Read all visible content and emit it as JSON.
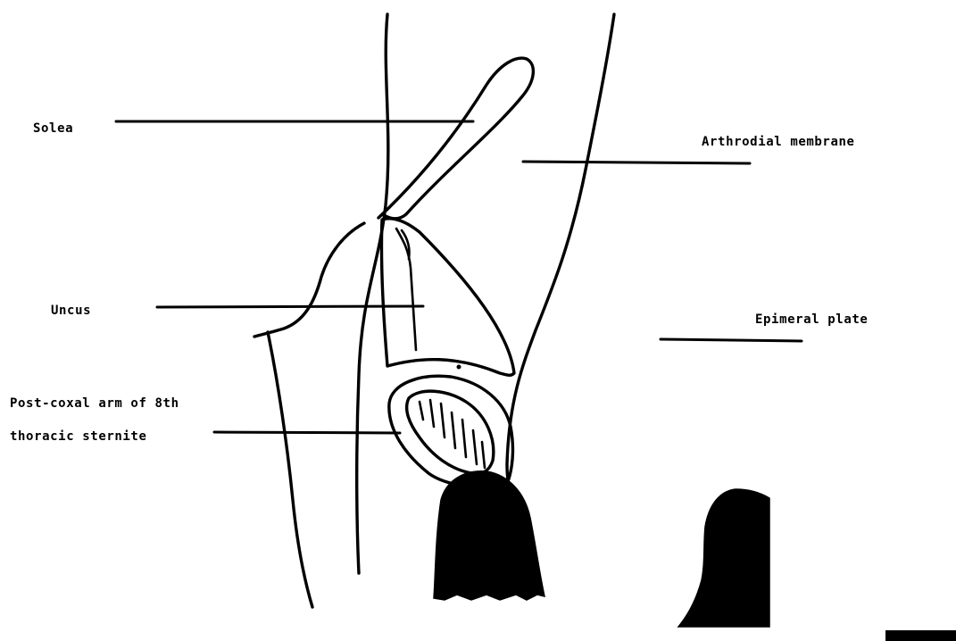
{
  "labels": {
    "solea": "Solea",
    "arthrodial_membrane": "Arthrodial membrane",
    "uncus": "Uncus",
    "epimeral_plate": "Epimeral plate",
    "post_coxal_line1": "Post-coxal arm of 8th",
    "post_coxal_line2": "thoracic sternite"
  },
  "colors": {
    "ink": "#000000",
    "paper": "#ffffff"
  }
}
